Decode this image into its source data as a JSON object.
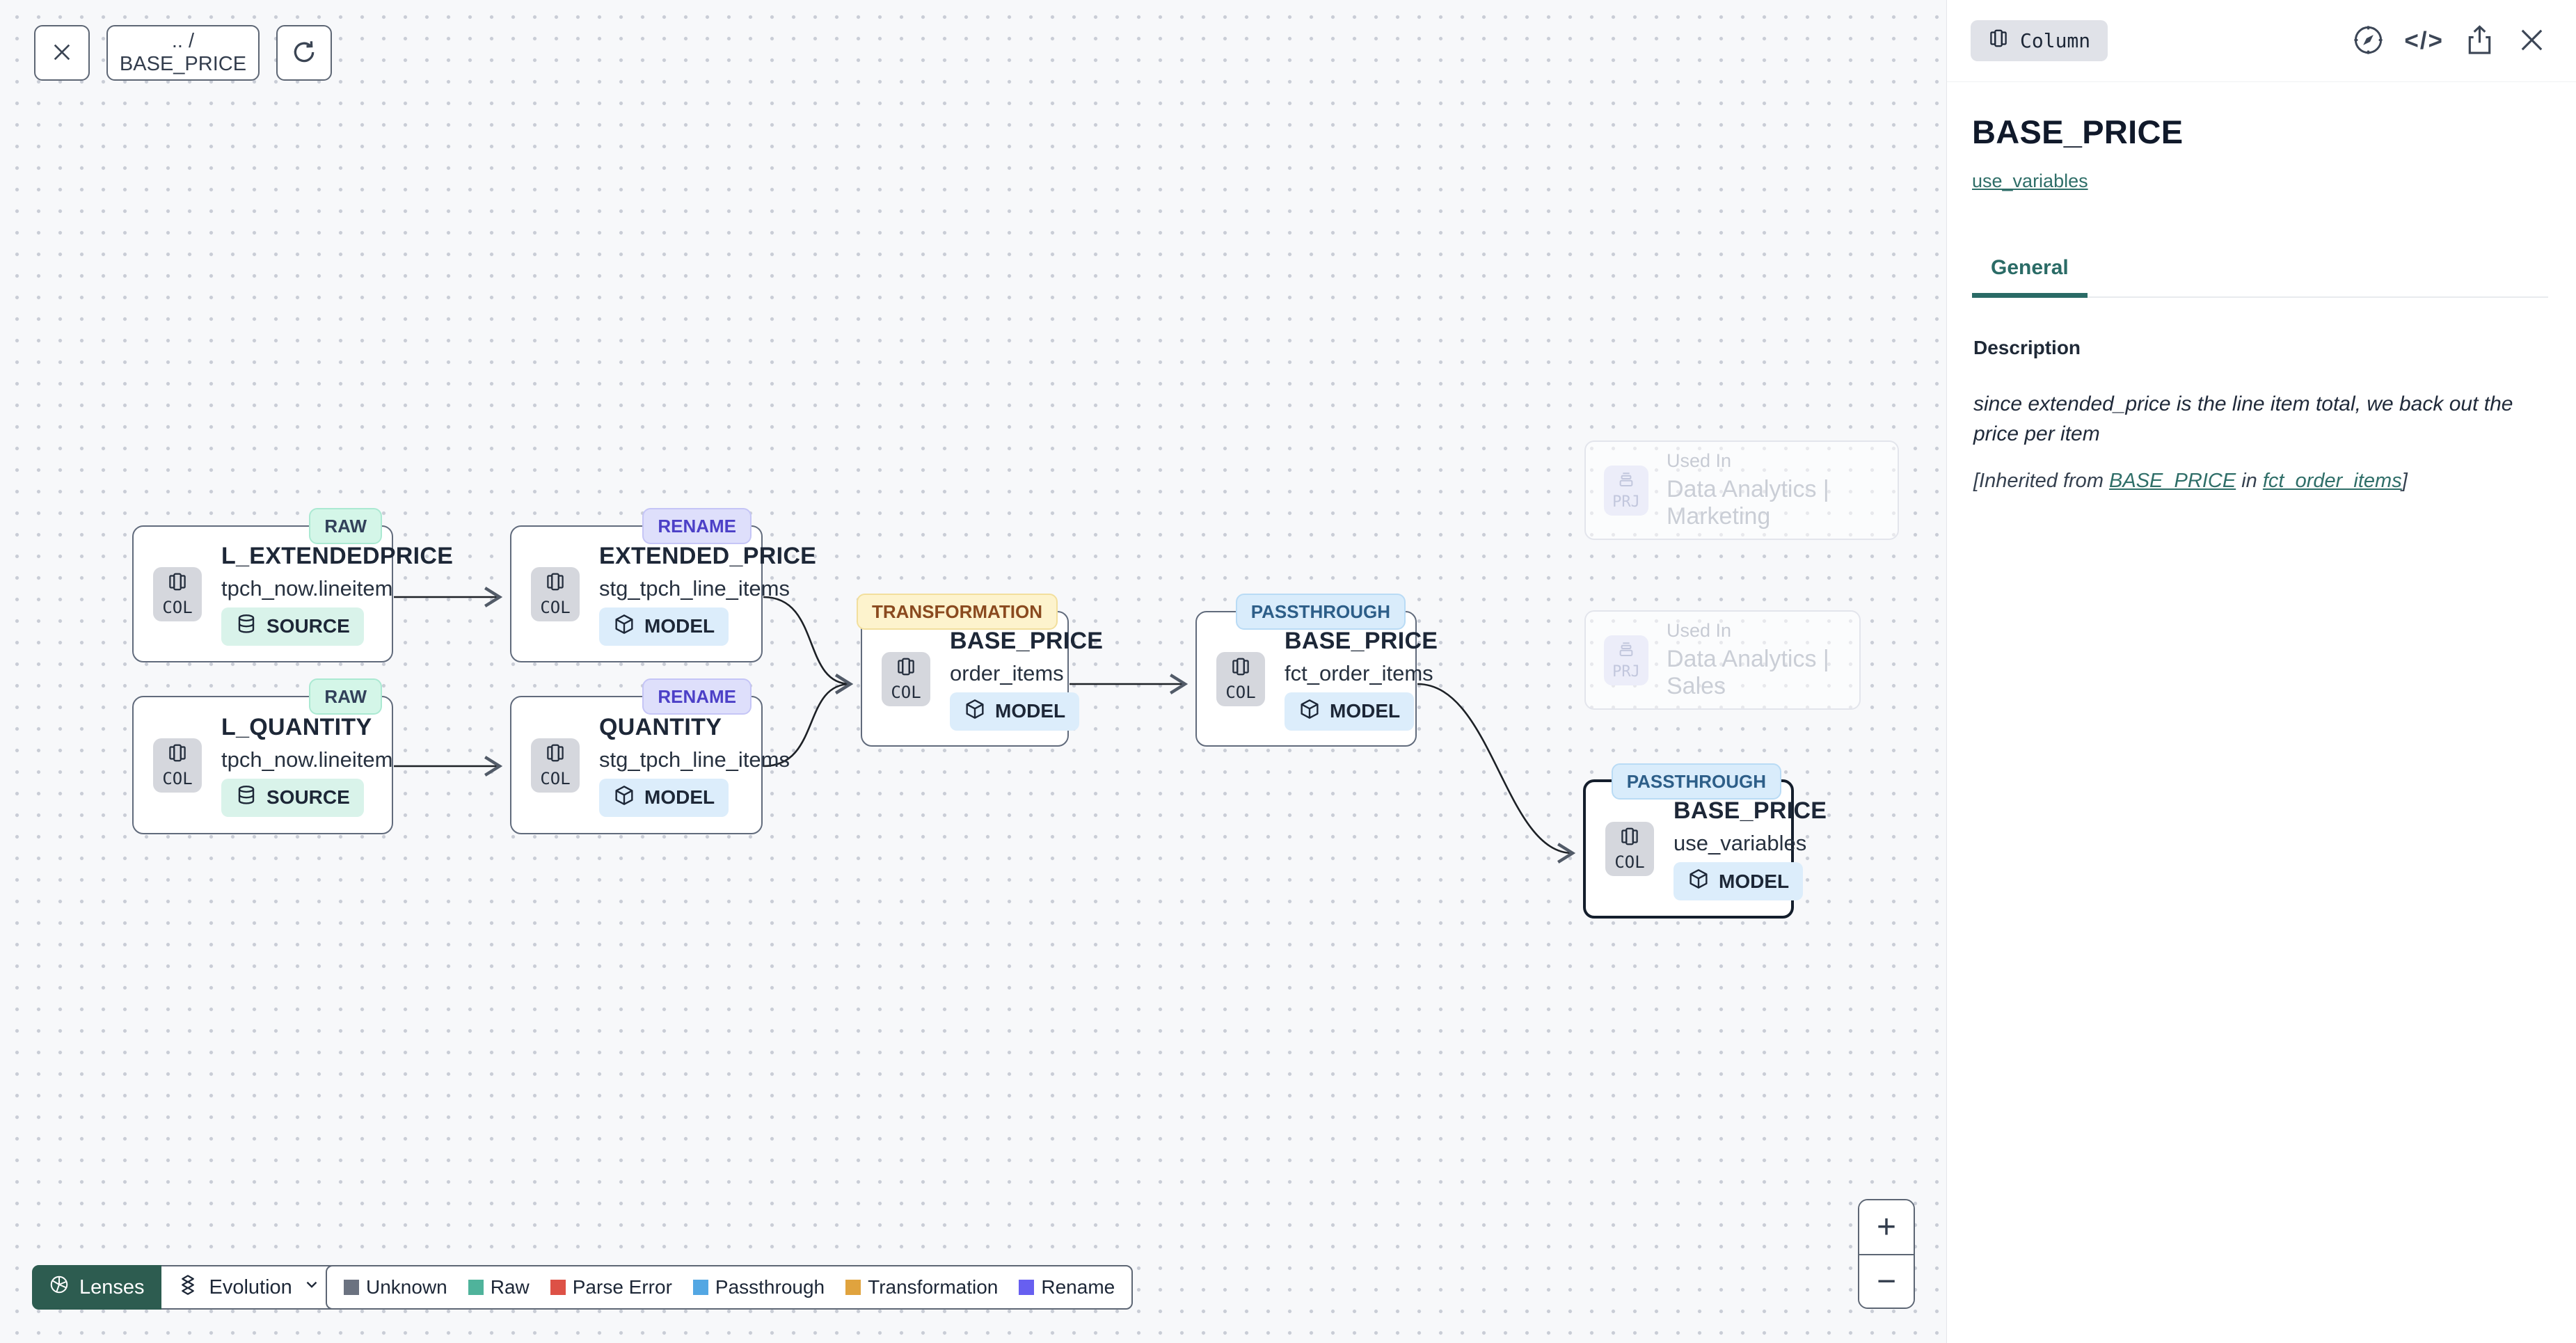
{
  "toolbar": {
    "breadcrumb": ".. / BASE_PRICE"
  },
  "panel": {
    "type_badge": "Column",
    "code_icon_text": "</>",
    "title": "BASE_PRICE",
    "model_link": "use_variables",
    "tabs": [
      {
        "label": "General"
      }
    ],
    "description": {
      "label": "Description",
      "text": "since extended_price is the line item total, we back out the price per item",
      "inherited_prefix": "[Inherited from ",
      "inherited_link_column": "BASE_PRICE",
      "inherited_middle": " in ",
      "inherited_link_model": "fct_order_items",
      "inherited_suffix": "]"
    }
  },
  "nodes": [
    {
      "badge": "RAW",
      "chip": "COL",
      "title": "L_EXTENDEDPRICE",
      "subtitle": "tpch_now.lineitem",
      "pill": "SOURCE"
    },
    {
      "badge": "RENAME",
      "chip": "COL",
      "title": "EXTENDED_PRICE",
      "subtitle": "stg_tpch_line_items",
      "pill": "MODEL"
    },
    {
      "badge": "RAW",
      "chip": "COL",
      "title": "L_QUANTITY",
      "subtitle": "tpch_now.lineitem",
      "pill": "SOURCE"
    },
    {
      "badge": "RENAME",
      "chip": "COL",
      "title": "QUANTITY",
      "subtitle": "stg_tpch_line_items",
      "pill": "MODEL"
    },
    {
      "badge": "TRANSFORMATION",
      "chip": "COL",
      "title": "BASE_PRICE",
      "subtitle": "order_items",
      "pill": "MODEL"
    },
    {
      "badge": "PASSTHROUGH",
      "chip": "COL",
      "title": "BASE_PRICE",
      "subtitle": "fct_order_items",
      "pill": "MODEL"
    },
    {
      "badge": "PASSTHROUGH",
      "chip": "COL",
      "title": "BASE_PRICE",
      "subtitle": "use_variables",
      "pill": "MODEL"
    }
  ],
  "ghost_nodes": [
    {
      "chip": "PRJ",
      "label": "Used In",
      "name": "Data Analytics | Marketing"
    },
    {
      "chip": "PRJ",
      "label": "Used In",
      "name": "Data Analytics | Sales"
    }
  ],
  "lenses": {
    "lenses_label": "Lenses",
    "mode_label": "Evolution"
  },
  "legend": {
    "items": [
      {
        "label": "Unknown",
        "color": "#6b7280"
      },
      {
        "label": "Raw",
        "color": "#4fb39b"
      },
      {
        "label": "Parse Error",
        "color": "#dd5146"
      },
      {
        "label": "Passthrough",
        "color": "#53a7e3"
      },
      {
        "label": "Transformation",
        "color": "#e0a33e"
      },
      {
        "label": "Rename",
        "color": "#675ff0"
      }
    ]
  },
  "zoom_controls": {
    "zoom_in": "+",
    "zoom_out": "−"
  },
  "colors": {
    "accent_teal": "#2a6b66",
    "lenses_bg": "#2d5c50",
    "canvas_bg": "#f7f8fa",
    "badge_raw_bg": "#d4f6e8",
    "badge_rename_bg": "#dedffb",
    "badge_transformation_bg": "#fdf3cd",
    "badge_passthrough_bg": "#d9ecfb"
  }
}
